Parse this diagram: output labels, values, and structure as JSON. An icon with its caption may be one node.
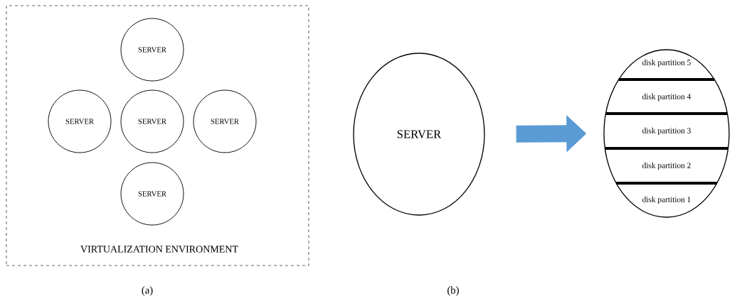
{
  "diagram": {
    "nodes": [
      {
        "text": [
          "VIRTUALIZATION ENVIRONMENT"
        ]
      },
      {
        "text": [
          "SERVER"
        ],
        "in": 0
      },
      {
        "text": [
          "SERVER"
        ],
        "in": 0
      },
      {
        "text": [
          "SERVER"
        ],
        "in": 0
      },
      {
        "text": [
          "SERVER"
        ],
        "in": 0
      },
      {
        "text": [
          "SERVER"
        ],
        "in": 0
      },
      {
        "text": [
          "SERVER"
        ]
      },
      {
        "text": [],
        "shape": "circle"
      },
      {
        "text": [
          "disk partition 5"
        ],
        "in": 7
      },
      {
        "text": [
          "disk partition 4"
        ],
        "in": 7
      },
      {
        "text": [
          "disk partition 3"
        ],
        "in": 7
      },
      {
        "text": [
          "disk partition 2"
        ],
        "in": 7
      },
      {
        "text": [
          "disk partition 1"
        ],
        "in": 7
      }
    ],
    "edges": [
      {
        "from": 6,
        "to": 7,
        "arrow": "to"
      }
    ],
    "labels": [
      "(a)",
      "(b)"
    ]
  }
}
